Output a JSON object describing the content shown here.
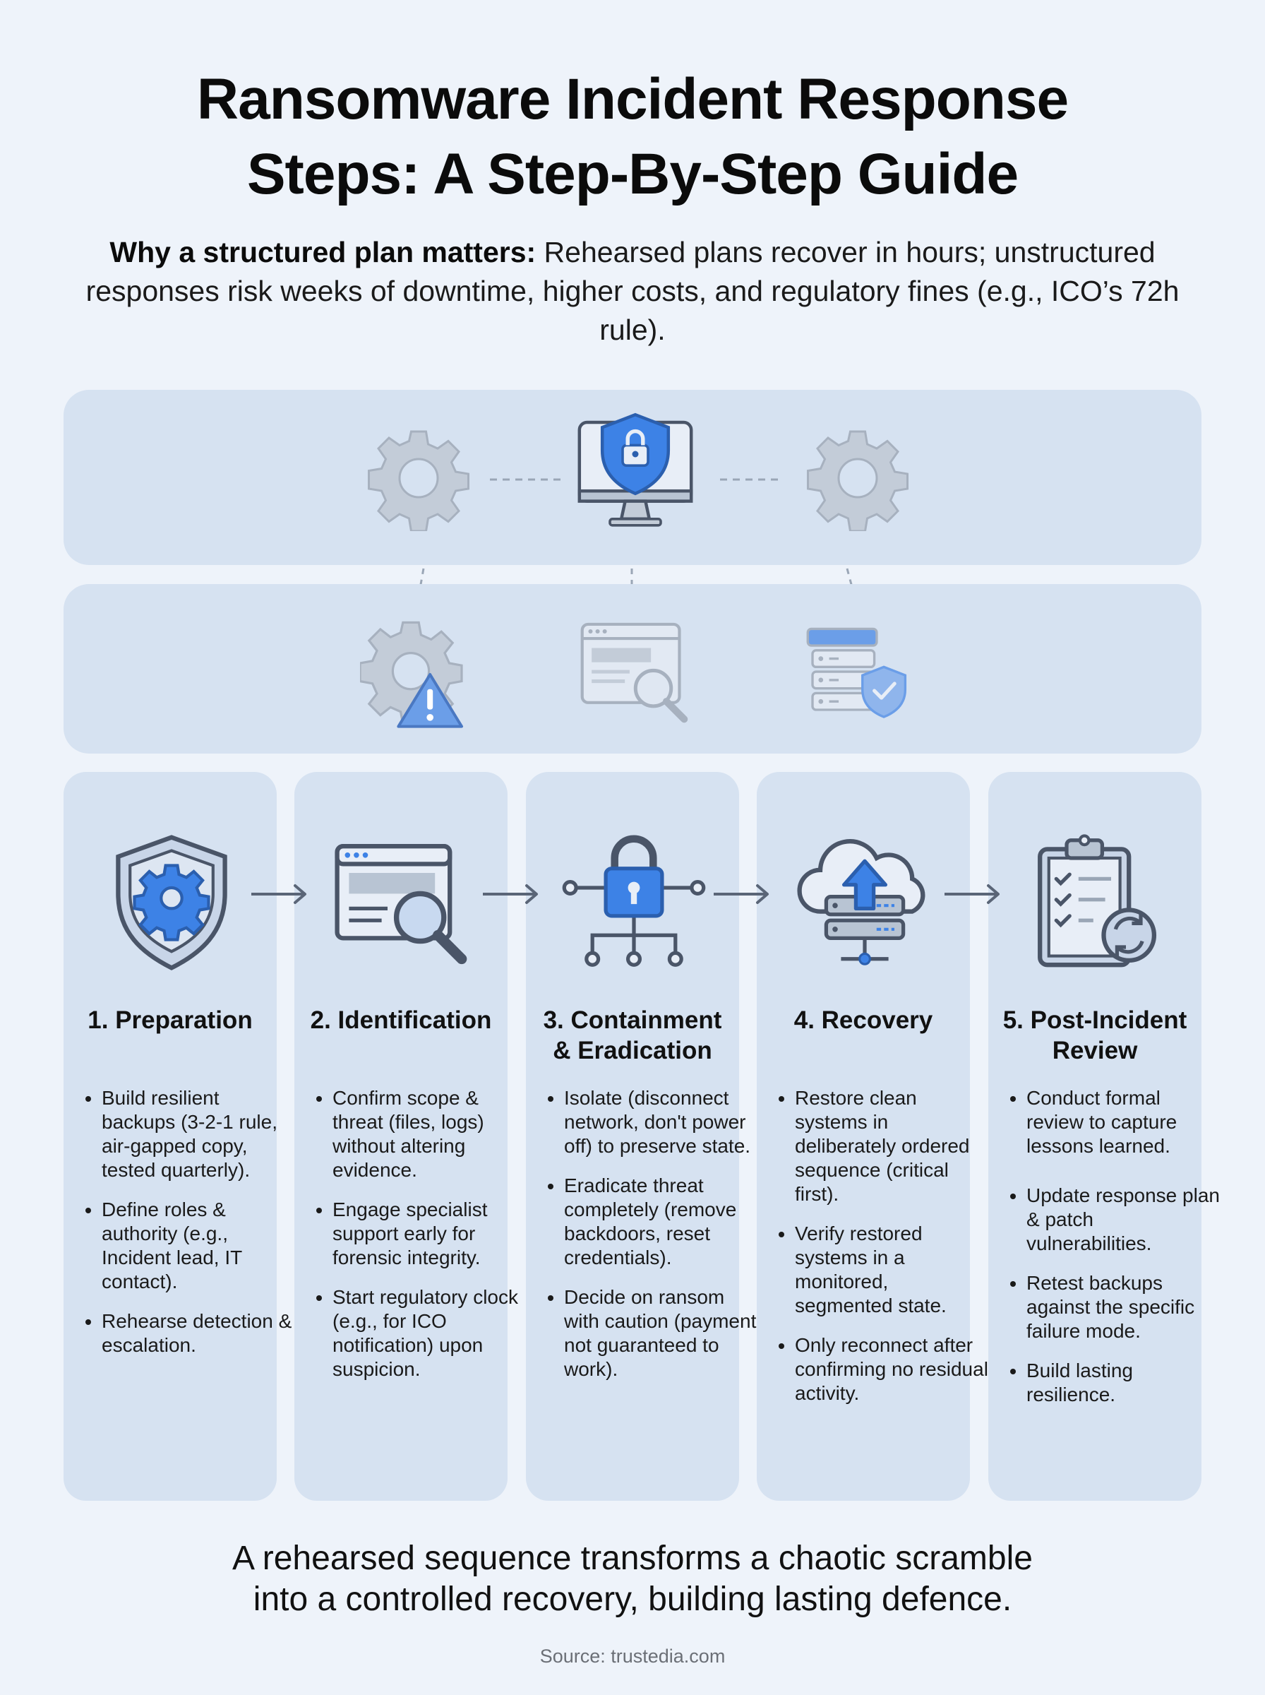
{
  "header": {
    "title_line1": "Ransomware Incident Response",
    "title_line2": "Steps: A Step-By-Step Guide",
    "intro_bold": "Why a structured plan matters:",
    "intro_text": " Rehearsed plans recover in hours; unstructured responses risk weeks of downtime, higher costs, and regulatory fines (e.g., ICO’s 72h rule)."
  },
  "steps": [
    {
      "title": "1. Preparation",
      "icon": "shield-gear-icon",
      "bullets": [
        "Build resilient backups (3-2-1 rule, air-gapped copy, tested quarterly).",
        "Define roles & authority (e.g., Incident lead, IT contact).",
        "Rehearse detection & escalation."
      ]
    },
    {
      "title": "2. Identification",
      "icon": "browser-magnifier-icon",
      "bullets": [
        "Confirm scope & threat (files, logs) without altering evidence.",
        "Engage specialist support early for forensic integrity.",
        "Start regulatory clock (e.g., for ICO notification) upon suspicion."
      ]
    },
    {
      "title": "3. Containment & Eradication",
      "icon": "network-lock-icon",
      "bullets": [
        "Isolate (disconnect network, don't power off) to preserve state.",
        "Eradicate threat completely (remove backdoors, reset credentials).",
        "Decide on ransom with caution (payment not guaranteed to work)."
      ]
    },
    {
      "title": "4. Recovery",
      "icon": "cloud-server-upload-icon",
      "bullets": [
        "Restore clean systems in deliberately ordered sequence (critical first).",
        "Verify restored systems in a monitored, segmented state.",
        "Only reconnect after confirming no residual activity."
      ]
    },
    {
      "title": "5. Post-Incident Review",
      "icon": "clipboard-review-icon",
      "bullets": [
        "Conduct formal review to capture lessons learned.",
        "Update response plan & patch vulnerabilities.",
        "Retest backups against the specific failure mode.",
        "Build lasting resilience."
      ]
    }
  ],
  "top_panel_icons": [
    "gear-icon",
    "secure-monitor-icon",
    "gear-icon"
  ],
  "mid_panel_icons": [
    "gear-warning-icon",
    "browser-search-icon",
    "server-shield-icon"
  ],
  "footer": {
    "line1": "A rehearsed sequence transforms a chaotic scramble",
    "line2": "into a controlled recovery, building lasting defence.",
    "source": "Source: trustedia.com"
  },
  "colors": {
    "background": "#eef3fa",
    "panel": "#d6e2f1",
    "accent_blue": "#3d82e6",
    "icon_outline": "#4a5568"
  }
}
